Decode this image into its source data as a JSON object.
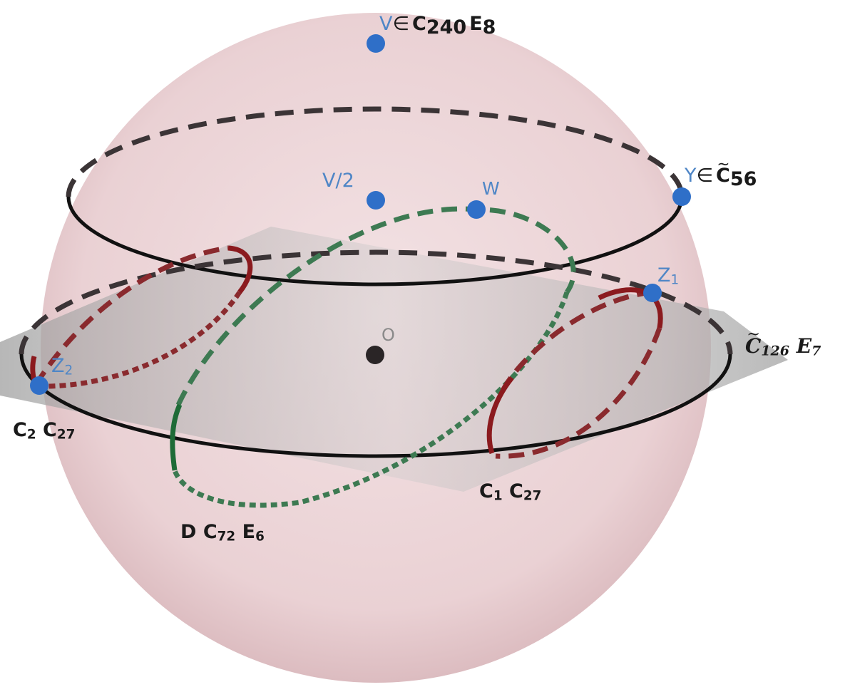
{
  "points": {
    "V": {
      "name": "V",
      "membership": "∈",
      "class1": "C",
      "class1_sub": "240",
      "class2": "E",
      "class2_sub": "8"
    },
    "Vhalf": {
      "name": "V/2"
    },
    "W": {
      "name": "W"
    },
    "Y": {
      "name": "Y",
      "membership": "∈",
      "class1": "C",
      "class1_sub": "56"
    },
    "Z1": {
      "name": "Z",
      "sub": "1"
    },
    "Z2": {
      "name": "Z",
      "sub": "2"
    },
    "O": {
      "name": "O"
    }
  },
  "plane_label": {
    "class1": "C",
    "class1_sub": "126",
    "class2": "E",
    "class2_sub": "7"
  },
  "curve_labels": {
    "C2": {
      "name": "C",
      "sub": "2",
      "class": "C",
      "class_sub": "27"
    },
    "C1": {
      "name": "C",
      "sub": "1",
      "class": "C",
      "class_sub": "27"
    },
    "D": {
      "name": "D",
      "class1": "C",
      "class1_sub": "72",
      "class2": "E",
      "class2_sub": "6"
    }
  },
  "colors": {
    "sphere": "#ecd3d6",
    "plane": "#b9b9b9",
    "black_curve": "#111111",
    "black_dash": "#3b3436",
    "red_curve": "#8b1a1e",
    "red_dash": "#8a2a2e",
    "green_curve": "#1e6b37",
    "green_dash": "#3d7a52",
    "point": "#2f6fc8"
  }
}
